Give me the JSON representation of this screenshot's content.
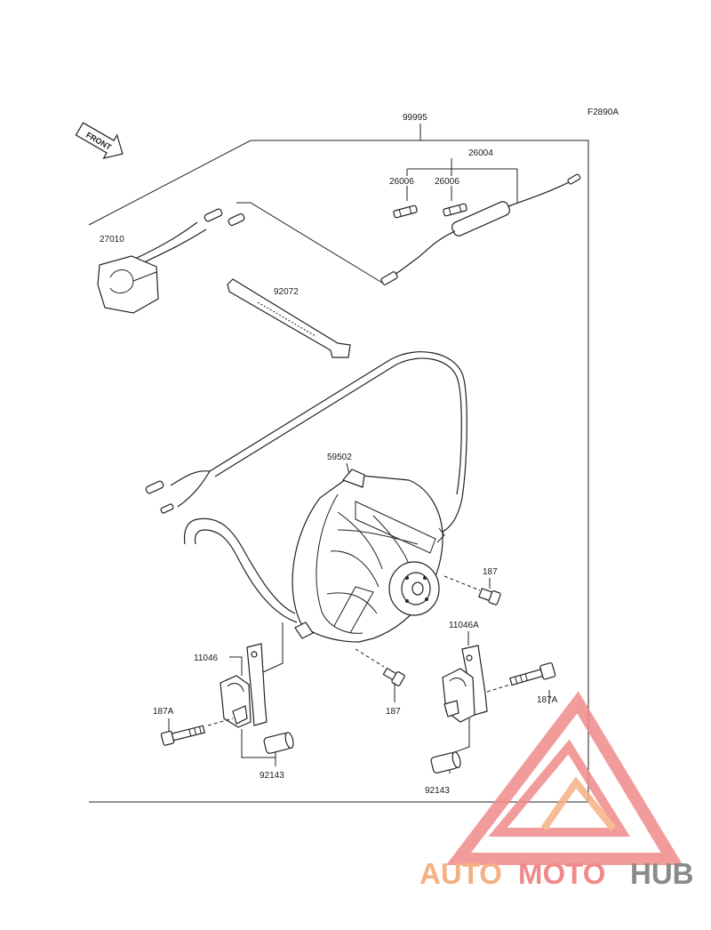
{
  "figure_code": "F2890A",
  "front_label": "FRONT",
  "parts": {
    "p99995": "99995",
    "p26004": "26004",
    "p26006a": "26006",
    "p26006b": "26006",
    "p27010": "27010",
    "p92072": "92072",
    "p59502": "59502",
    "p187_top": "187",
    "p11046A": "11046A",
    "p11046": "11046",
    "p187_mid": "187",
    "p187A_left": "187A",
    "p187A_right": "187A",
    "p92143_left": "92143",
    "p92143_right": "92143"
  },
  "watermark": {
    "part1": "AUTO",
    "part2": "MOTO",
    "part3": "HUB",
    "colors": {
      "orange": "#f4b183",
      "red": "#f08a8a",
      "gray": "#8a8a8a"
    }
  }
}
